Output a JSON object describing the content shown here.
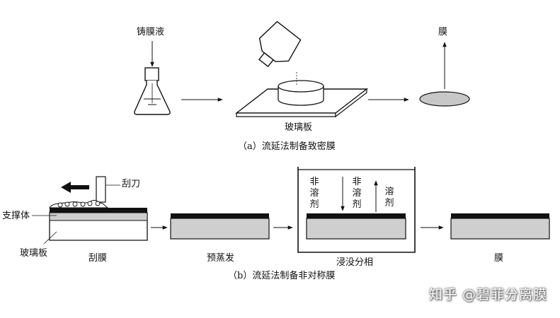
{
  "panel_a": {
    "casting_solution_label": "铸膜液",
    "glass_plate_label": "玻璃板",
    "membrane_label": "膜",
    "caption": "（a）流延法制备致密膜"
  },
  "panel_b": {
    "blade_label": "刮刀",
    "support_label": "支撑体",
    "glass_plate_label": "玻璃板",
    "step_labels": [
      "刮膜",
      "预蒸发",
      "浸没分相",
      "膜"
    ],
    "nonsolvent_1": [
      "非",
      "溶",
      "剂"
    ],
    "nonsolvent_2": [
      "非",
      "溶",
      "剂"
    ],
    "solvent": [
      "溶",
      "剂"
    ],
    "caption": "（b）流延法制备非对称膜"
  },
  "watermark": "知乎 @碧菲分离膜"
}
